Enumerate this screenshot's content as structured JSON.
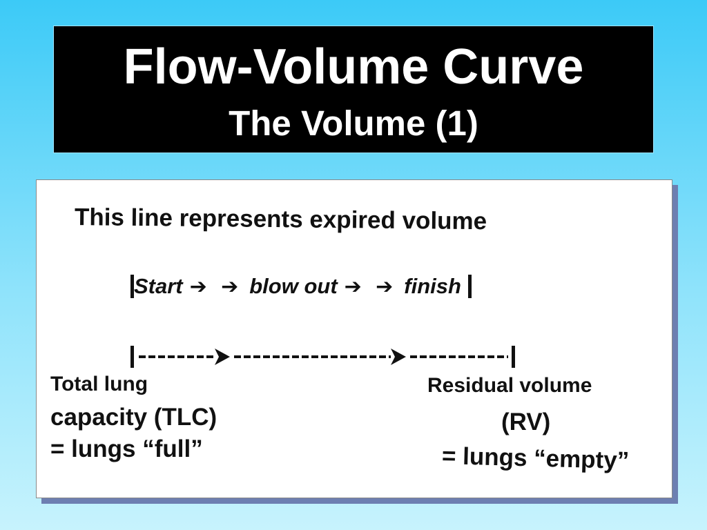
{
  "slide": {
    "title": "Flow-Volume Curve",
    "subtitle": "The Volume (1)"
  },
  "panel": {
    "heading": "This line represents expired volume",
    "sequence": {
      "start": "Start",
      "arrows_1": "➔ ➔",
      "middle": "blow out",
      "arrows_2": "➔ ➔",
      "end": "finish"
    },
    "left_label": {
      "line1": "Total lung",
      "line2": "capacity (TLC)",
      "line3": "= lungs “full”"
    },
    "right_label": {
      "line1": "Residual volume",
      "line2": "(RV)",
      "line3": "= lungs “empty”"
    }
  }
}
